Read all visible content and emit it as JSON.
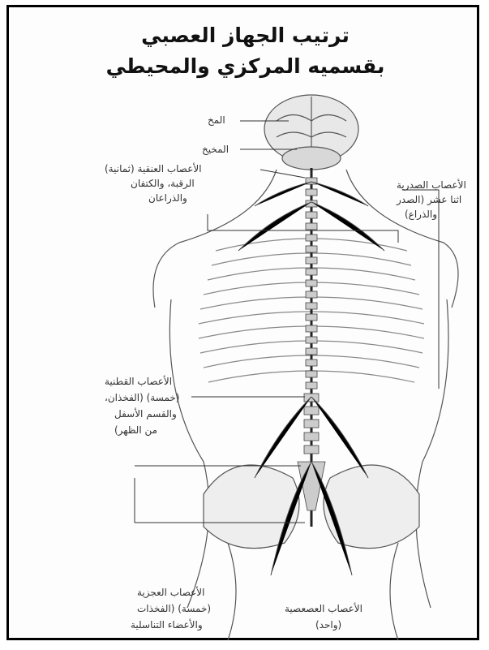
{
  "title": {
    "line1": "ترتيب الجهاز العصبي",
    "line2": "بقسميه المركزي والمحيطي"
  },
  "labels": {
    "brain": "المخ",
    "cerebellum": "المخيخ",
    "cervical": [
      "الأعصاب العنقية (ثمانية)",
      "الرقبة، والكتفان",
      "والذراعان"
    ],
    "thoracic": [
      "الأعصاب الصدرية",
      "اثنا عشر (الصدر",
      "والذراع)"
    ],
    "lumbar": [
      "الأعصاب القطنية",
      "(خمسة) (الفخذان،",
      "والقسم الأسفل",
      "من الظهر)"
    ],
    "sacral": [
      "الأعصاب العجزية",
      "(خمسة) (الفخذات",
      "والأعضاء التناسلية"
    ],
    "coccygeal": [
      "الأعصاب العصعصية",
      "(واحد)"
    ]
  }
}
